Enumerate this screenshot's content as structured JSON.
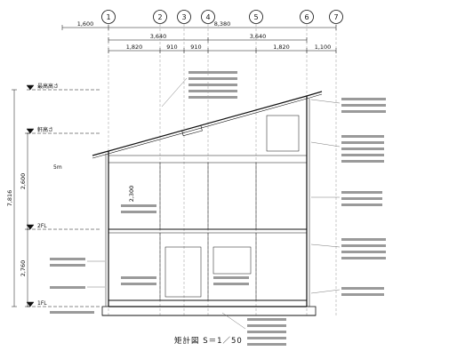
{
  "title": {
    "text": "矩計図 S＝1／50"
  },
  "grid_bubbles": [
    "1",
    "2",
    "3",
    "4",
    "5",
    "6",
    "7"
  ],
  "dimensions": {
    "top_total": "8,380",
    "top_left_overhang": "1,600",
    "span_left": "3,640",
    "span_right": "3,640",
    "sub_1": "1,820",
    "sub_2": "910",
    "sub_3": "910",
    "sub_4": "1,820",
    "right_overhang": "1,100",
    "left_total_height": "7,816",
    "left_upper_height": "2,600",
    "left_lower_height": "2,760",
    "slope_note": "5m",
    "mid_dim_1": "2,300"
  },
  "levels": {
    "top_level": "最高高さ",
    "upper_level": "軒高さ",
    "mid_level": "2FL",
    "lower_level": "1FL"
  },
  "colors": {
    "line": "#111111",
    "light_line": "#555555",
    "placeholder": "#9a9a9a"
  }
}
